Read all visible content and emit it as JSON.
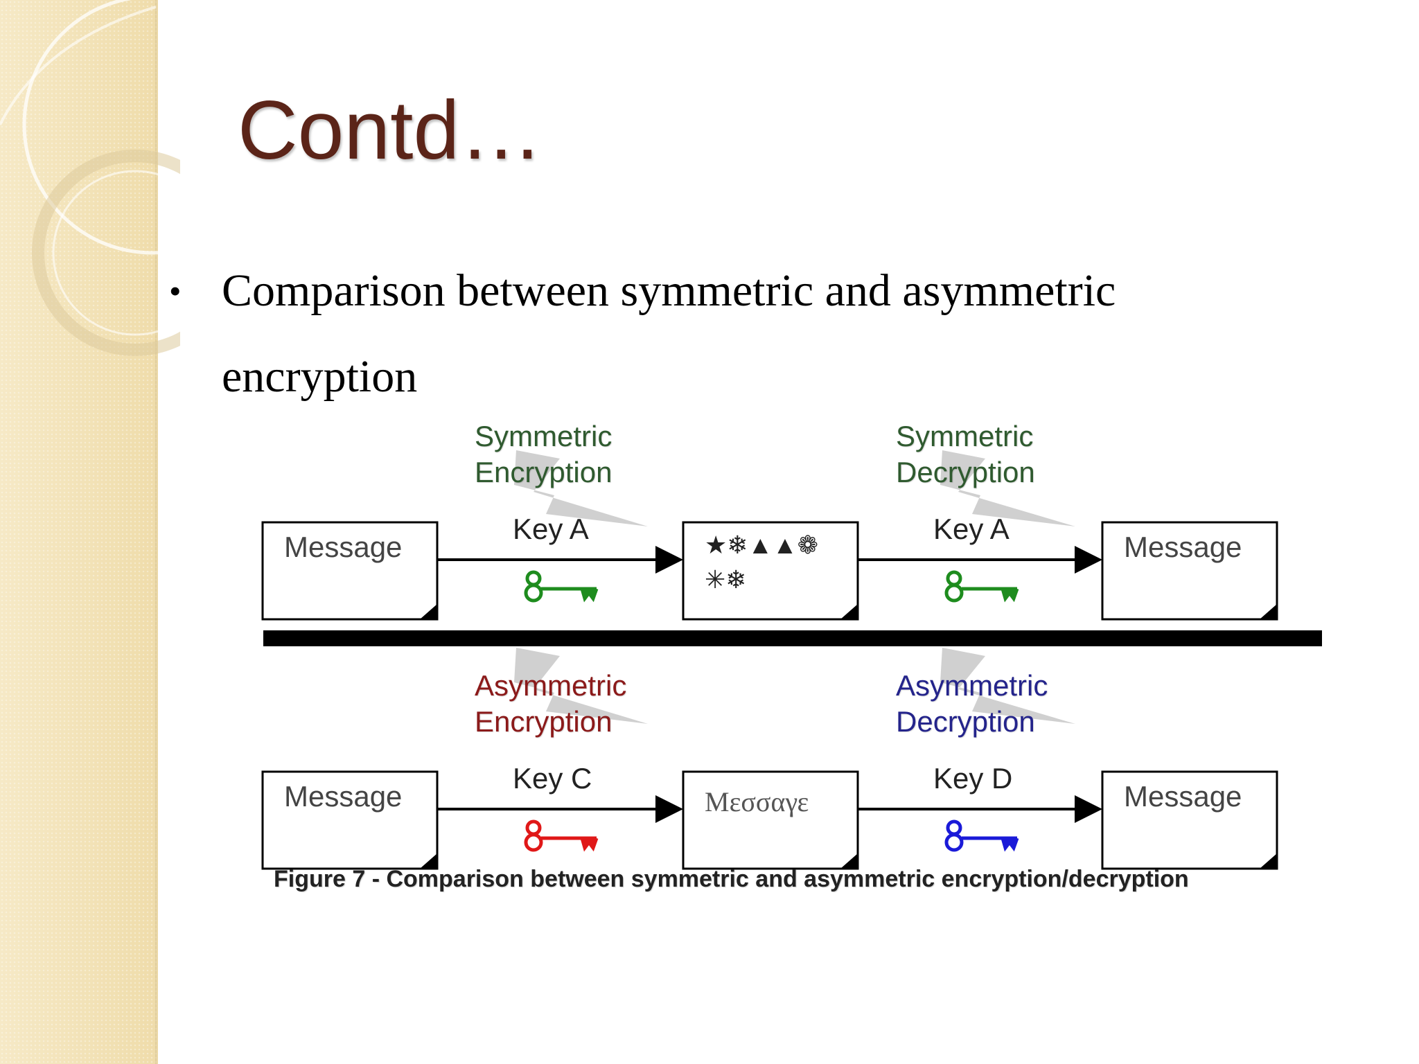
{
  "slide": {
    "title": "Contd…",
    "bullets": [
      {
        "text": "Comparison between symmetric and asymmetric encryption"
      }
    ]
  },
  "colors": {
    "title": "#5b2418",
    "symmetric_label": "#2f5a2f",
    "asymmetric_encryption_label": "#8b1a1a",
    "asymmetric_decryption_label": "#24248b",
    "key_green": "#1e8c1e",
    "key_red": "#e01818",
    "key_blue": "#1a1ad8"
  },
  "diagram": {
    "symmetric": {
      "input_label": "Message",
      "encryption_label": "Symmetric\nEncryption",
      "encryption_key_label": "Key A",
      "ciphertext_line1": "★❄▲▲❁",
      "ciphertext_line2": "✳❄",
      "decryption_label": "Symmetric\nDecryption",
      "decryption_key_label": "Key A",
      "output_label": "Message"
    },
    "asymmetric": {
      "input_label": "Message",
      "encryption_label": "Asymmetric\nEncryption",
      "encryption_key_label": "Key C",
      "ciphertext": "Μεσσαγε",
      "decryption_label": "Asymmetric\nDecryption",
      "decryption_key_label": "Key D",
      "output_label": "Message"
    },
    "caption": "Figure 7 - Comparison between symmetric and asymmetric encryption/decryption"
  }
}
